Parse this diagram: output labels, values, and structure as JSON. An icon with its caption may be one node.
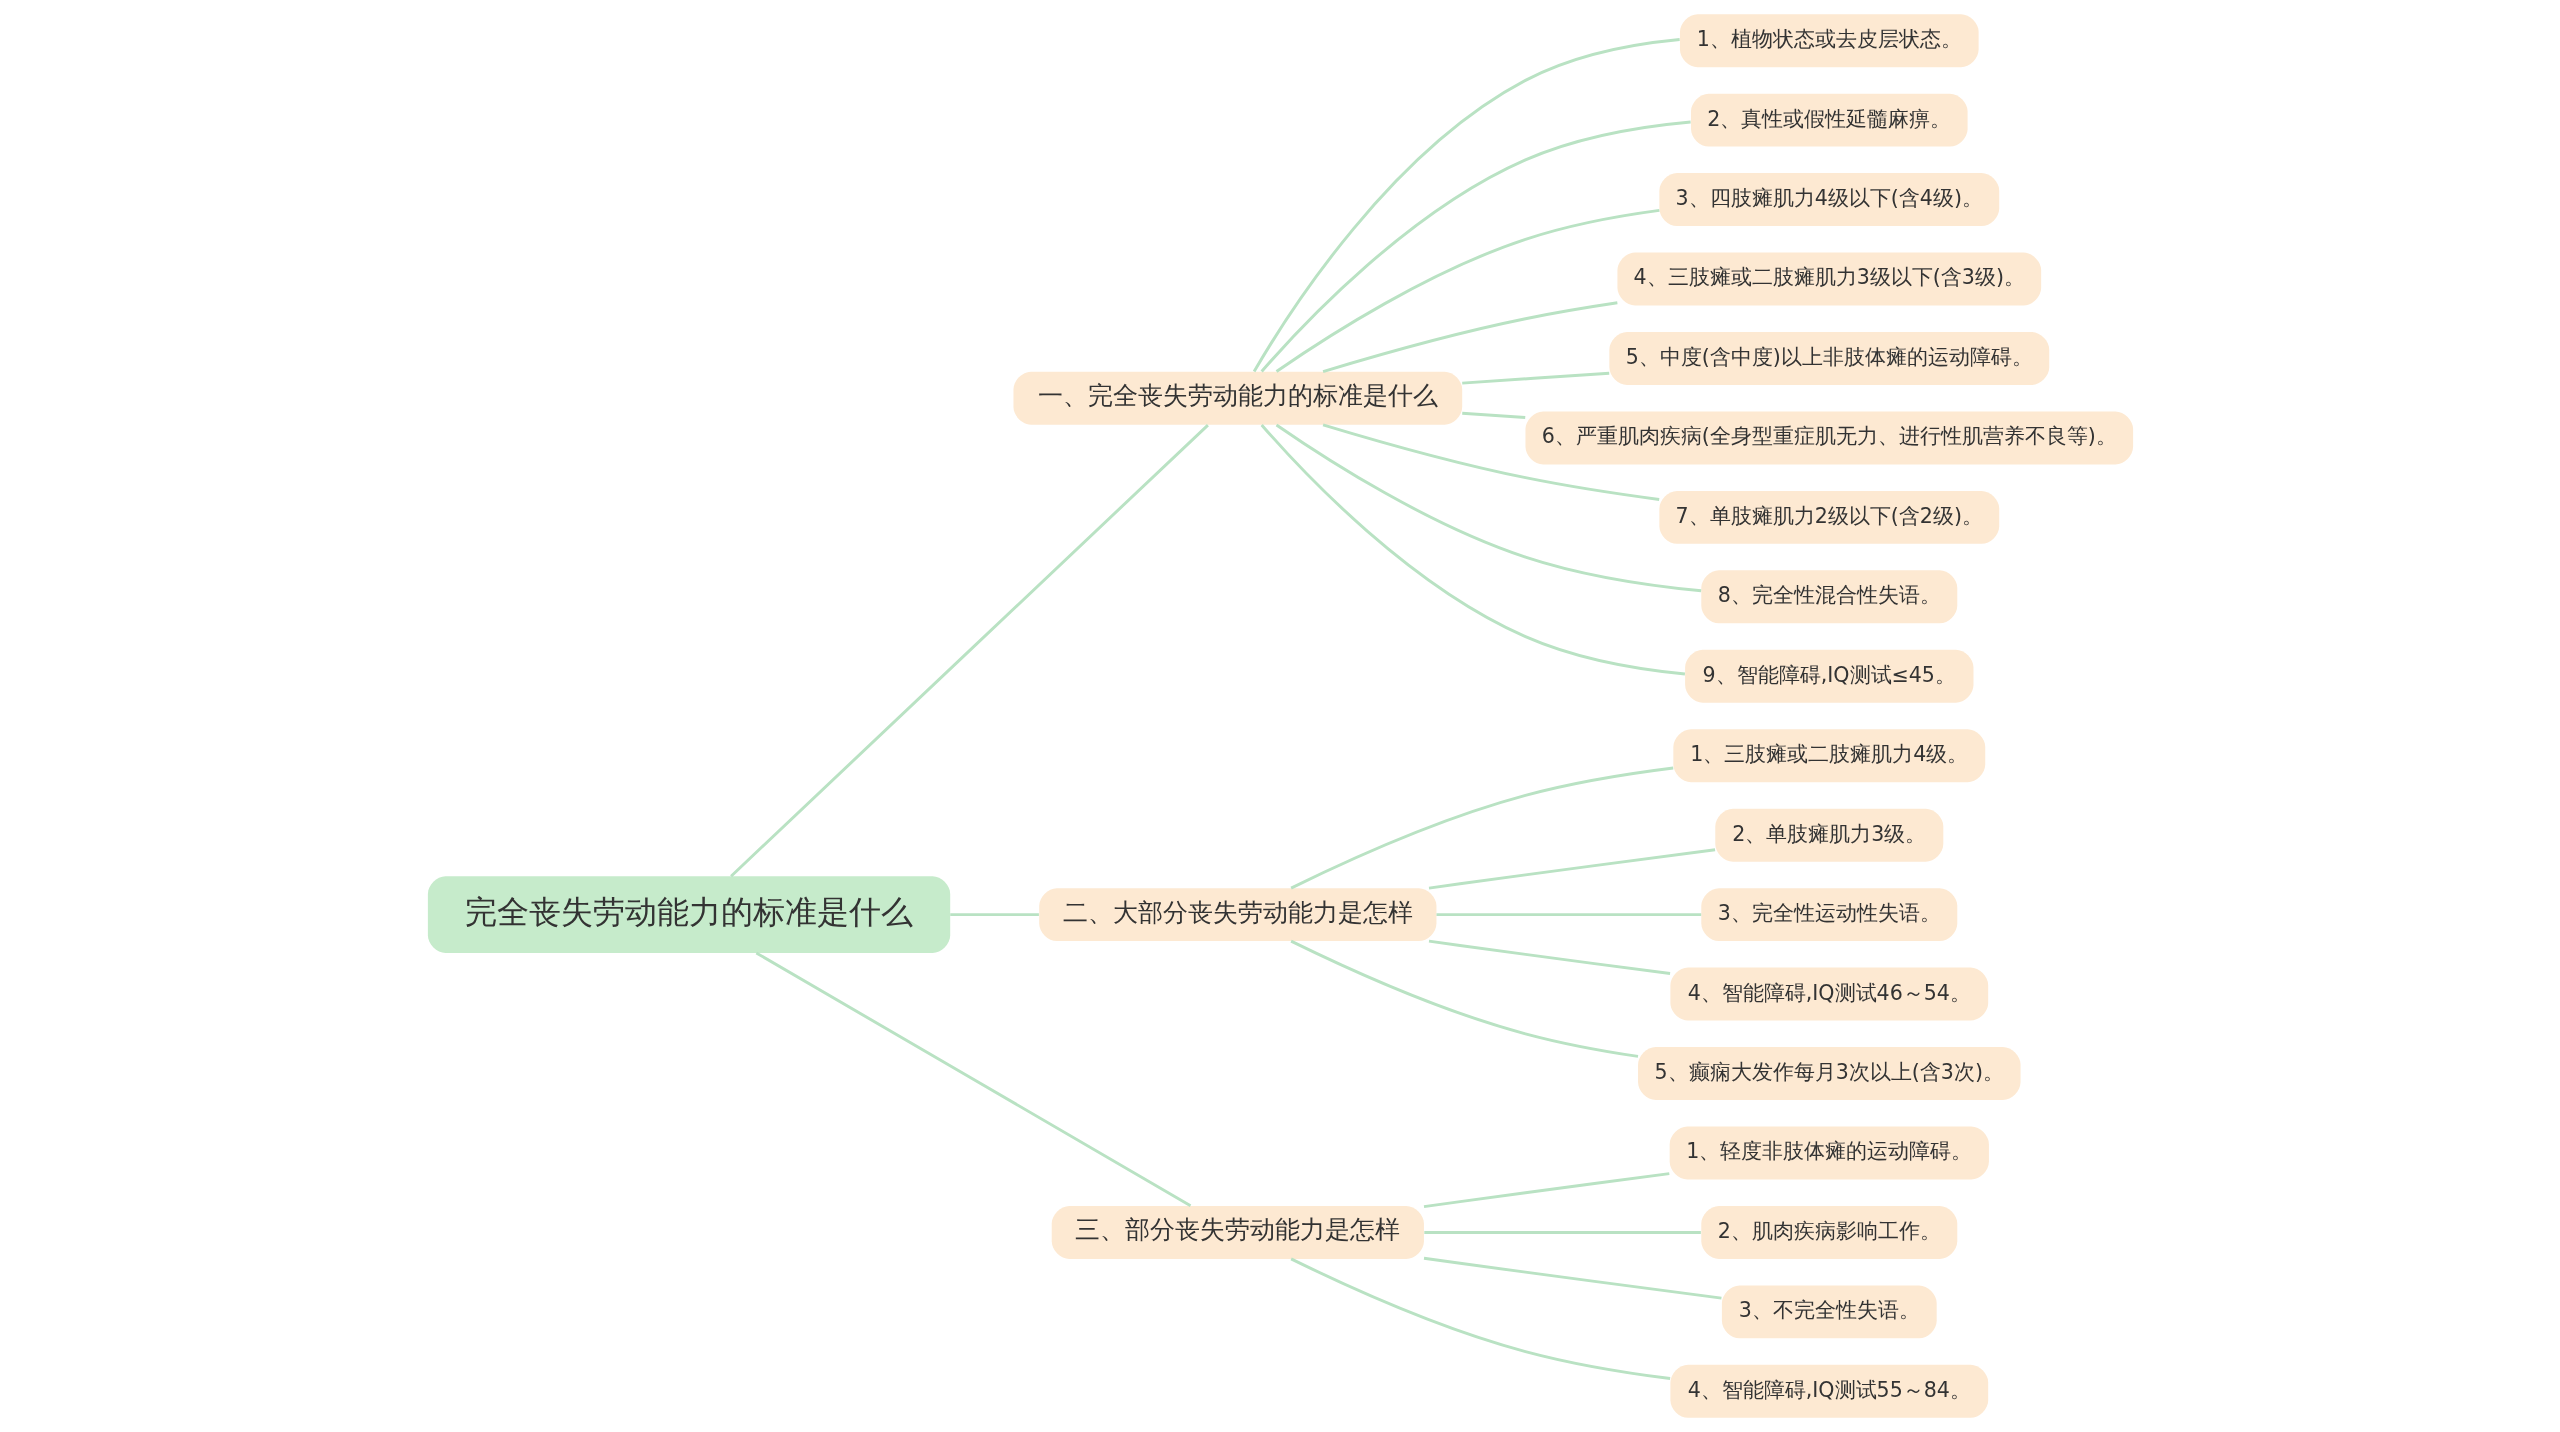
{
  "diagram": {
    "nodes": [
      {
        "text": [
          "完全丧失劳动能力的标准是什么"
        ]
      },
      {
        "text": [
          "一、完全丧失劳动能力的标准是什么"
        ]
      },
      {
        "text": [
          "1、植物状态或去皮层状态。"
        ]
      },
      {
        "text": [
          "2、真性或假性延髓麻痹。"
        ]
      },
      {
        "text": [
          "3、四肢瘫肌力4级以下(含4级)。"
        ]
      },
      {
        "text": [
          "4、三肢瘫或二肢瘫肌力3级以下(含3级)。"
        ]
      },
      {
        "text": [
          "5、中度(含中度)以上非肢体瘫的运动障碍。"
        ]
      },
      {
        "text": [
          "6、严重肌肉疾病(全身型重症肌无力、进行性肌营养不良等)。"
        ]
      },
      {
        "text": [
          "7、单肢瘫肌力2级以下(含2级)。"
        ]
      },
      {
        "text": [
          "8、完全性混合性失语。"
        ]
      },
      {
        "text": [
          "9、智能障碍,IQ测试≤45。"
        ]
      },
      {
        "text": [
          "二、大部分丧失劳动能力是怎样"
        ]
      },
      {
        "text": [
          "1、三肢瘫或二肢瘫肌力4级。"
        ]
      },
      {
        "text": [
          "2、单肢瘫肌力3级。"
        ]
      },
      {
        "text": [
          "3、完全性运动性失语。"
        ]
      },
      {
        "text": [
          "4、智能障碍,IQ测试46～54。"
        ]
      },
      {
        "text": [
          "5、癫痫大发作每月3次以上(含3次)。"
        ]
      },
      {
        "text": [
          "三、部分丧失劳动能力是怎样"
        ]
      },
      {
        "text": [
          "1、轻度非肢体瘫的运动障碍。"
        ]
      },
      {
        "text": [
          "2、肌肉疾病影响工作。"
        ]
      },
      {
        "text": [
          "3、不完全性失语。"
        ]
      },
      {
        "text": [
          "4、智能障碍,IQ测试55～84。"
        ]
      }
    ],
    "edges": [
      {
        "from": 0,
        "to": 1,
        "arrow": "none"
      },
      {
        "from": 1,
        "to": 2,
        "arrow": "none"
      },
      {
        "from": 1,
        "to": 3,
        "arrow": "none"
      },
      {
        "from": 1,
        "to": 4,
        "arrow": "none"
      },
      {
        "from": 1,
        "to": 5,
        "arrow": "none"
      },
      {
        "from": 1,
        "to": 6,
        "arrow": "none"
      },
      {
        "from": 1,
        "to": 7,
        "arrow": "none"
      },
      {
        "from": 1,
        "to": 8,
        "arrow": "none"
      },
      {
        "from": 1,
        "to": 9,
        "arrow": "none"
      },
      {
        "from": 1,
        "to": 10,
        "arrow": "none"
      },
      {
        "from": 0,
        "to": 11,
        "arrow": "none"
      },
      {
        "from": 11,
        "to": 12,
        "arrow": "none"
      },
      {
        "from": 11,
        "to": 13,
        "arrow": "none"
      },
      {
        "from": 11,
        "to": 14,
        "arrow": "none"
      },
      {
        "from": 11,
        "to": 15,
        "arrow": "none"
      },
      {
        "from": 11,
        "to": 16,
        "arrow": "none"
      },
      {
        "from": 0,
        "to": 17,
        "arrow": "none"
      },
      {
        "from": 17,
        "to": 18,
        "arrow": "none"
      },
      {
        "from": 17,
        "to": 19,
        "arrow": "none"
      },
      {
        "from": 17,
        "to": 20,
        "arrow": "none"
      },
      {
        "from": 17,
        "to": 21,
        "arrow": "none"
      }
    ]
  }
}
